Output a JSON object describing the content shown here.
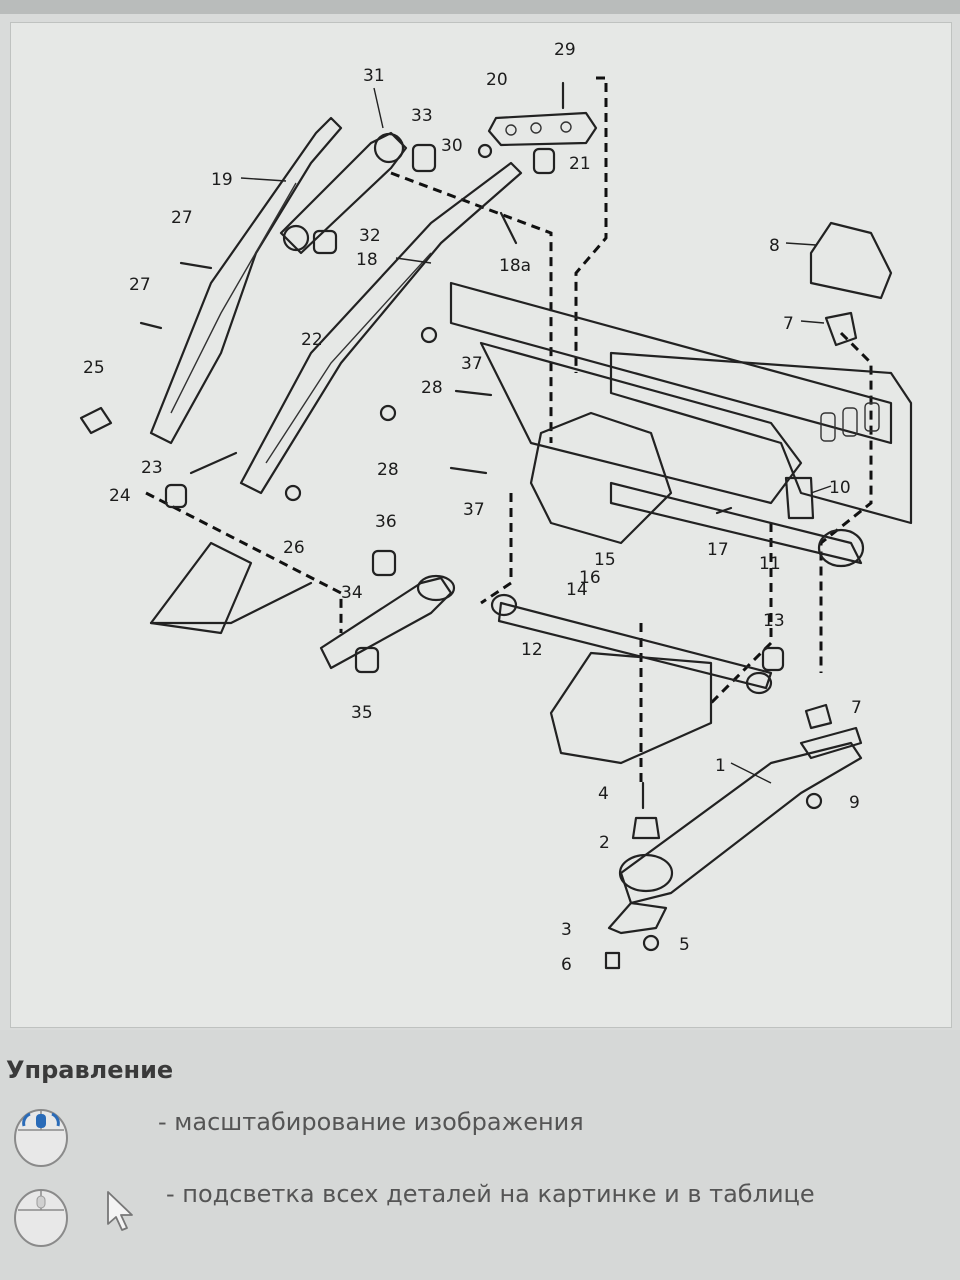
{
  "diagram": {
    "part_labels": [
      "1",
      "2",
      "3",
      "4",
      "5",
      "6",
      "7",
      "7",
      "8",
      "9",
      "10",
      "11",
      "12",
      "13",
      "14",
      "15",
      "16",
      "17",
      "18",
      "18a",
      "19",
      "20",
      "21",
      "22",
      "23",
      "24",
      "25",
      "26",
      "27",
      "27",
      "28",
      "28",
      "29",
      "30",
      "31",
      "32",
      "33",
      "34",
      "35",
      "36",
      "37",
      "37"
    ]
  },
  "controls": {
    "title": "Управление",
    "rows": [
      {
        "icon": "mouse-wheel-icon",
        "text": "- масштабирование изображения"
      },
      {
        "icon": "mouse-hover-icon",
        "text": "- подсветка всех деталей на картинке и в таблице"
      }
    ]
  }
}
